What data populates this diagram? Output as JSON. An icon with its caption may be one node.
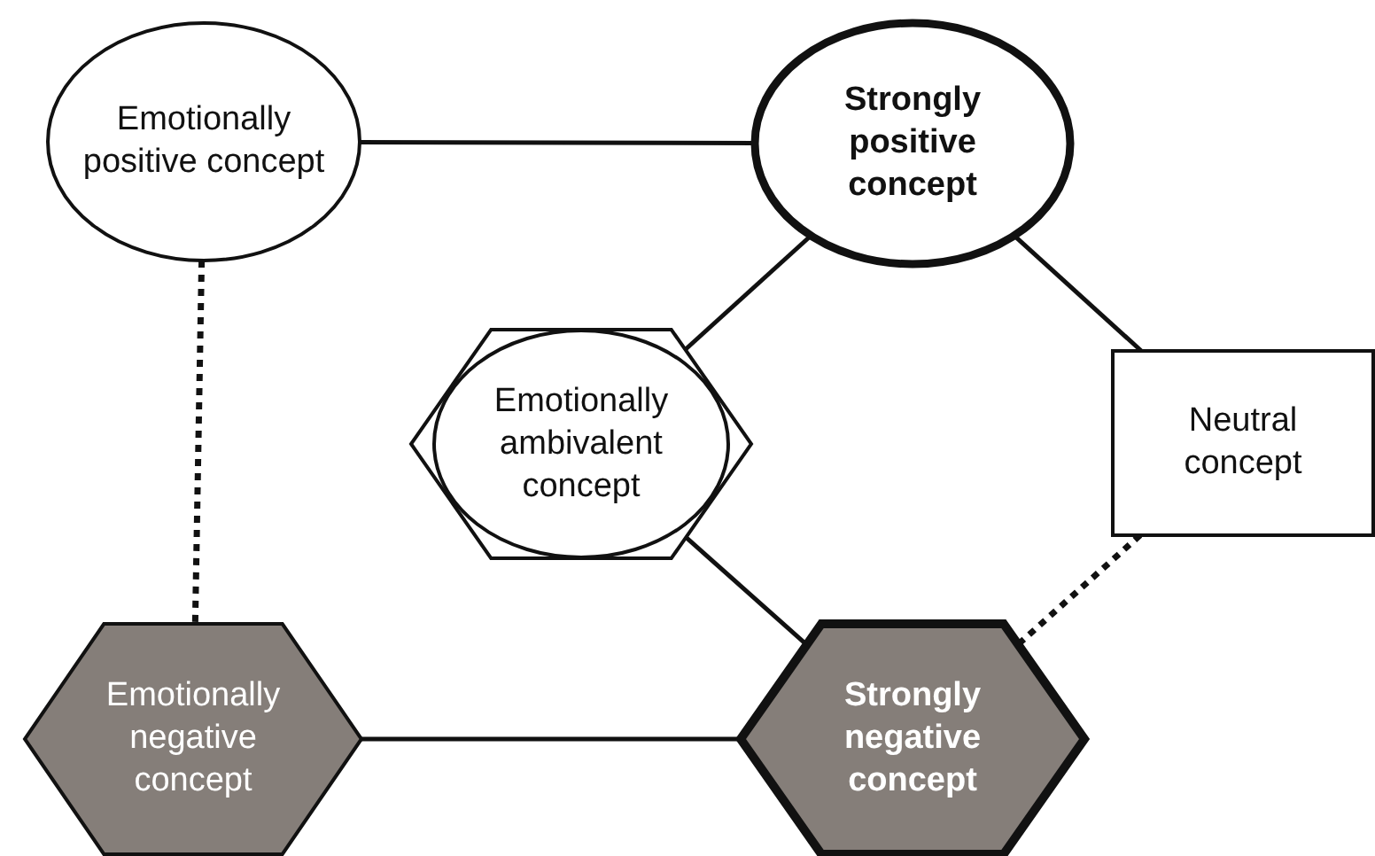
{
  "diagram": {
    "nodes": [
      {
        "text": [
          "Emotionally positive concept"
        ]
      },
      {
        "text": [
          "Strongly positive concept"
        ]
      },
      {
        "text": [
          "Emotionally ambivalent concept"
        ]
      },
      {
        "text": [
          "Neutral concept"
        ]
      },
      {
        "text": [
          "Emotionally negative concept"
        ]
      },
      {
        "text": [
          "Strongly negative concept"
        ]
      }
    ],
    "edges": [
      {
        "from": 0,
        "to": 1,
        "arrow": "none"
      },
      {
        "from": 0,
        "to": 4,
        "arrow": "none",
        "style": "dashed"
      },
      {
        "from": 1,
        "to": 2,
        "arrow": "none"
      },
      {
        "from": 1,
        "to": 3,
        "arrow": "none"
      },
      {
        "from": 2,
        "to": 5,
        "arrow": "none"
      },
      {
        "from": 3,
        "to": 5,
        "arrow": "none",
        "style": "dashed"
      },
      {
        "from": 4,
        "to": 5,
        "arrow": "none"
      }
    ]
  }
}
